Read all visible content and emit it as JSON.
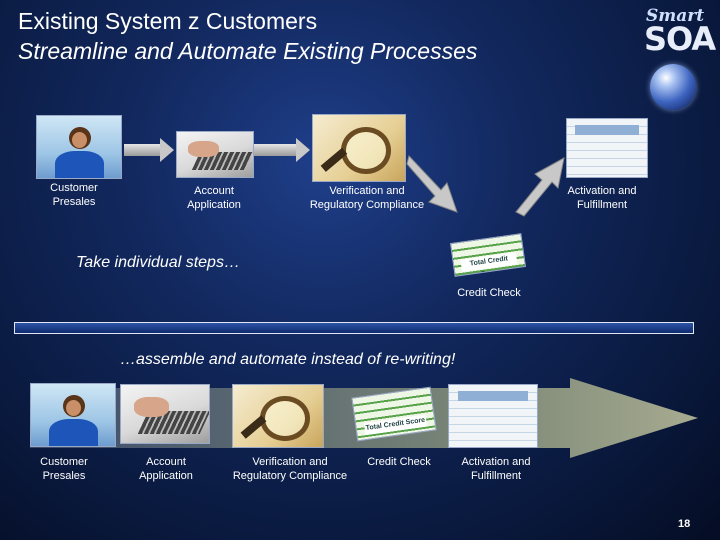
{
  "title": {
    "line1": "Existing System z Customers",
    "line2": "Streamline and Automate Existing Processes"
  },
  "logo": {
    "top_word": "Smart",
    "main_word": "SOA"
  },
  "top_flow": {
    "steps": [
      {
        "label_line1": "Customer",
        "label_line2": "Presales"
      },
      {
        "label_line1": "Account",
        "label_line2": "Application"
      },
      {
        "label_line1": "Verification and",
        "label_line2": "Regulatory Compliance"
      },
      {
        "label_line1": "Activation and",
        "label_line2": "Fulfillment"
      }
    ],
    "side_step": {
      "label": "Credit Check",
      "card_text": "Total Credit Score"
    }
  },
  "note_individual": "Take individual steps…",
  "note_assemble": "…assemble and automate instead of re-writing!",
  "bottom_flow": {
    "steps": [
      {
        "label_line1": "Customer",
        "label_line2": "Presales"
      },
      {
        "label_line1": "Account",
        "label_line2": "Application"
      },
      {
        "label_line1": "Verification and",
        "label_line2": "Regulatory Compliance"
      },
      {
        "label_line1": "Credit Check",
        "label_line2": ""
      },
      {
        "label_line1": "Activation and",
        "label_line2": "Fulfillment"
      }
    ],
    "card_text": "Total Credit Score"
  },
  "page_number": "18",
  "colors": {
    "background": "#0a1a40",
    "divider_fill": "#1a3c86",
    "arrow_gray": "#c8c8c8"
  }
}
